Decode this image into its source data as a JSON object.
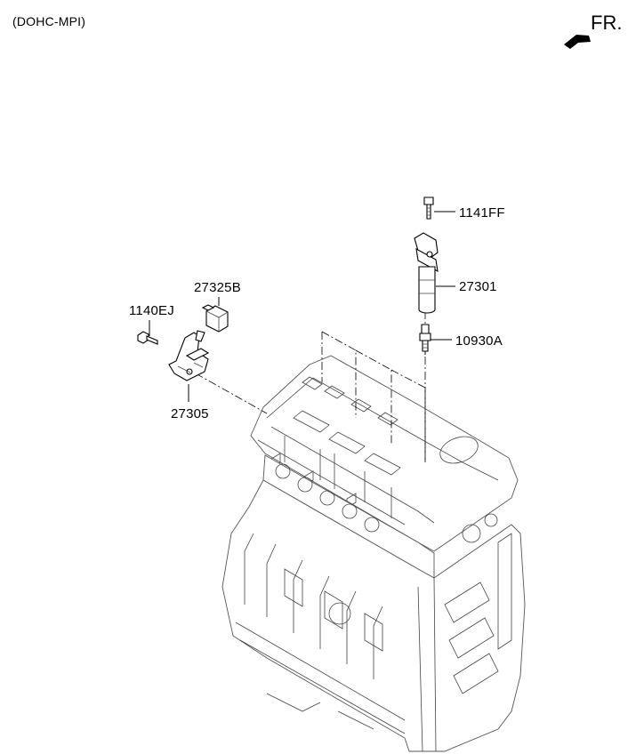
{
  "diagram": {
    "variant_label": "(DOHC-MPI)",
    "direction_label": "FR.",
    "parts": [
      {
        "id": "bolt-upper",
        "number": "1141FF"
      },
      {
        "id": "ignition-coil",
        "number": "27301"
      },
      {
        "id": "spark-plug",
        "number": "10930A"
      },
      {
        "id": "connector",
        "number": "27325B"
      },
      {
        "id": "bolt-left",
        "number": "1140EJ"
      },
      {
        "id": "bracket",
        "number": "27305"
      }
    ]
  }
}
